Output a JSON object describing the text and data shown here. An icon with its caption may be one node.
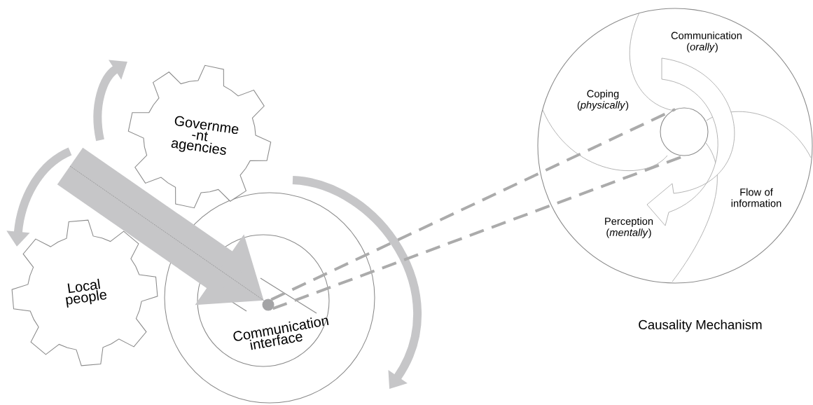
{
  "diagram": {
    "nodes": [
      {
        "text": [
          "Governme -nt agencies"
        ]
      },
      {
        "text": [
          "Local people"
        ]
      },
      {
        "text": [],
        "shape": "circle"
      },
      {
        "text": [
          "Communication interface"
        ],
        "in": 2
      },
      {
        "text": [],
        "shape": "circle",
        "in": 3
      },
      {
        "text": [],
        "shape": "circle",
        "beside": [
          "Causality Mechanism"
        ]
      },
      {
        "text": [
          "Communication (*orally*)"
        ],
        "in": 5
      },
      {
        "text": [
          "Coping (*physically*)"
        ],
        "in": 5
      },
      {
        "text": [],
        "shape": "circle",
        "in": 5
      },
      {
        "text": [
          "Flow of information"
        ],
        "in": 5
      },
      {
        "text": [
          "Perception (*mentally*)"
        ],
        "in": 5
      }
    ],
    "edges": [
      {
        "from": null,
        "to": 4,
        "arrow": "to",
        "style": "thick"
      },
      {
        "from": 4,
        "to": 8,
        "arrow": "none",
        "style": "dashed"
      },
      {
        "from": 4,
        "to": 8,
        "arrow": "none",
        "style": "dashed"
      }
    ]
  }
}
